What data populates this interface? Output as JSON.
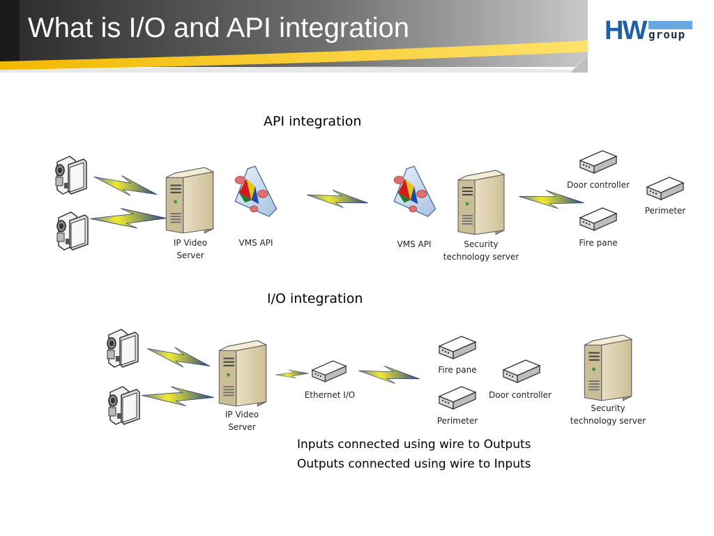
{
  "slide": {
    "title": "What is I/O and API integration"
  },
  "logo": {
    "main": "HW",
    "sub": "group"
  },
  "api_section": {
    "heading": "API integration",
    "labels": {
      "ip_video_server": [
        "IP Video",
        "Server"
      ],
      "vms_api_left": "VMS API",
      "vms_api_right": "VMS API",
      "security_server": [
        "Security",
        "technology server"
      ],
      "door_controller": "Door controller",
      "fire_pane": "Fire pane",
      "perimeter": "Perimeter"
    }
  },
  "io_section": {
    "heading": "I/O integration",
    "labels": {
      "ip_video_server": [
        "IP Video",
        "Server"
      ],
      "ethernet_io": "Ethernet I/O",
      "fire_pane": "Fire pane",
      "door_controller": "Door controller",
      "perimeter": "Perimeter",
      "security_server": [
        "Security",
        "technology server"
      ]
    },
    "notes": [
      "Inputs connected using wire to Outputs",
      "Outputs connected using wire to Inputs"
    ]
  },
  "colors": {
    "accent_yellow": "#f5c400",
    "header_dark": "#333333",
    "logo_blue": "#1f5fa8",
    "bolt": "#f0e020"
  }
}
